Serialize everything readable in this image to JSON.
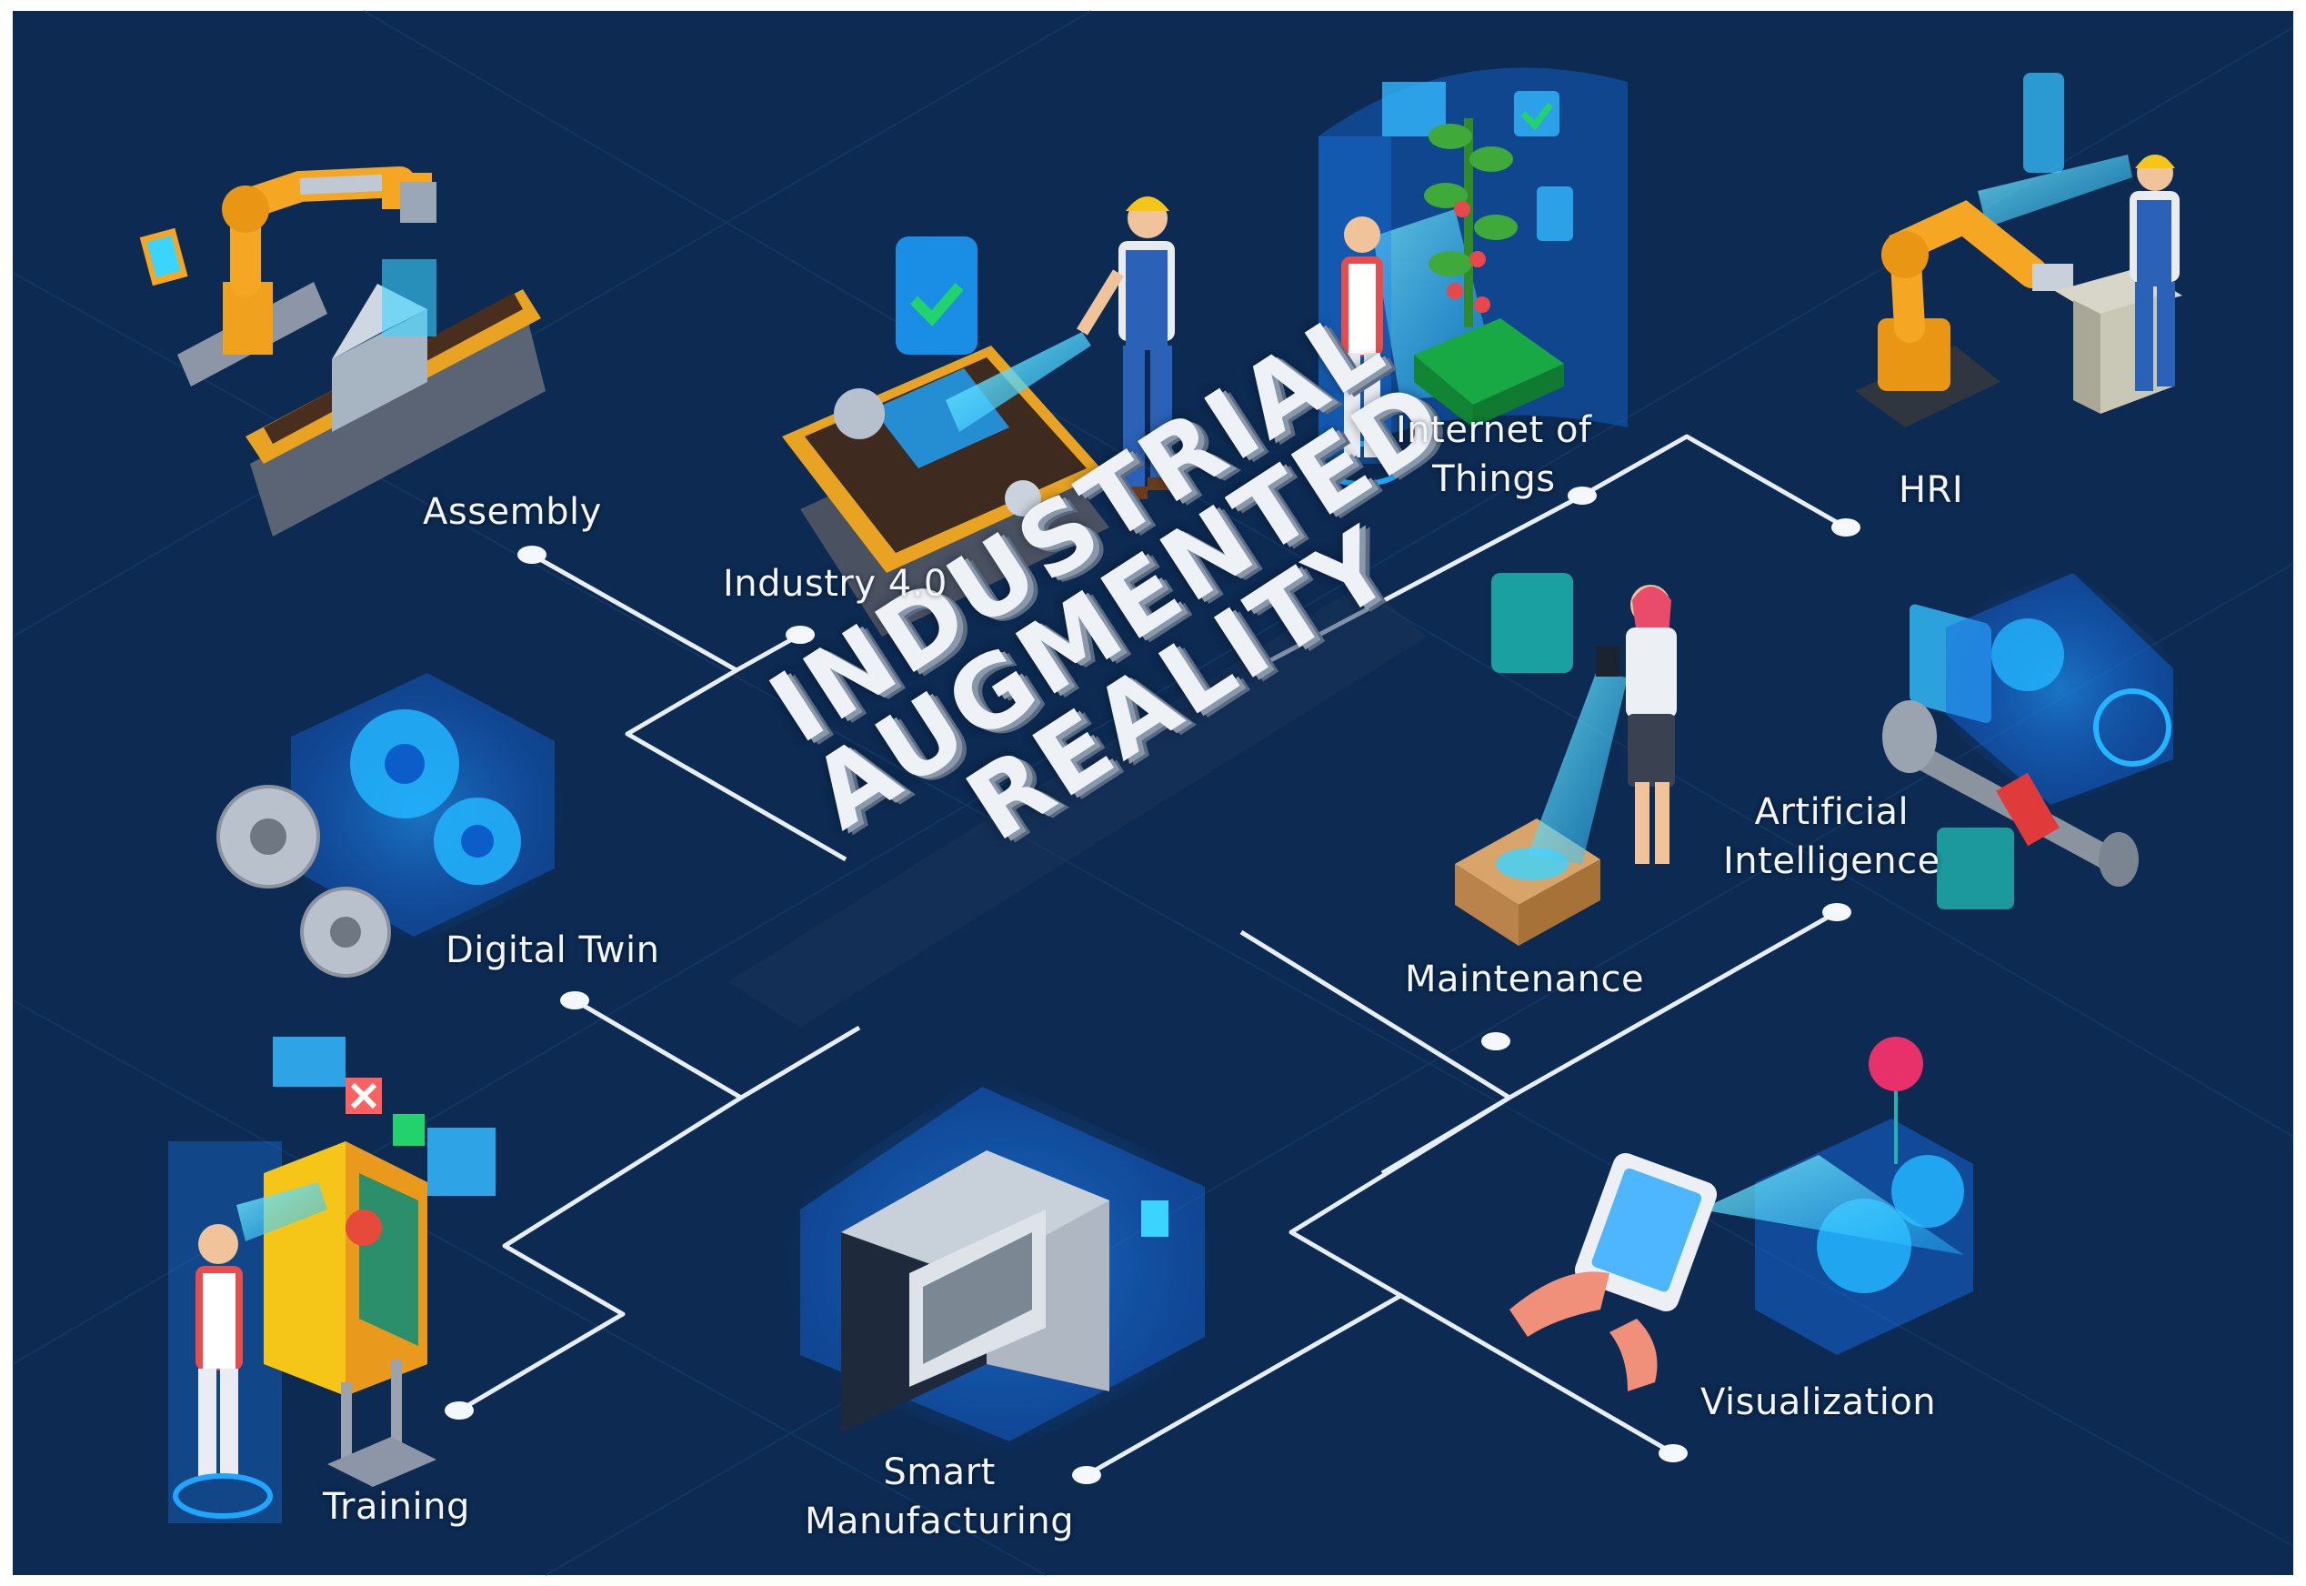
{
  "title": {
    "line1": "INDUSTRIAL",
    "line2": "AUGMENTED",
    "line3": "REALITY"
  },
  "topics": {
    "assembly": "Assembly",
    "industry40": "Industry 4.0",
    "iot_line1": "Internet of",
    "iot_line2": "Things",
    "hri": "HRI",
    "digital_twin": "Digital Twin",
    "maintenance": "Maintenance",
    "ai_line1": "Artificial",
    "ai_line2": "Intelligence",
    "training": "Training",
    "smart_mfg_line1": "Smart",
    "smart_mfg_line2": "Manufacturing",
    "visualization": "Visualization"
  },
  "colors": {
    "background": "#0c2a52",
    "connector": "#e8eef6",
    "hologram": "#3ad8ff",
    "robot": "#f5a623"
  }
}
